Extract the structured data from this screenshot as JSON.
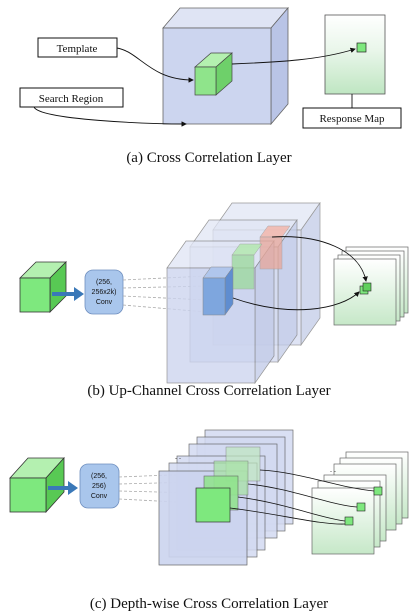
{
  "panel_a": {
    "template_label": "Template",
    "search_label": "Search Region",
    "response_label": "Response Map",
    "caption": "(a)  Cross Correlation Layer"
  },
  "panel_b": {
    "conv_line1": "(256,",
    "conv_line2": "256x2k)",
    "conv_line3": "Conv",
    "caption": "(b)  Up-Channel Cross Correlation Layer"
  },
  "panel_c": {
    "conv_line1": "(256,",
    "conv_line2": "256)",
    "conv_line3": "Conv",
    "caption": "(c)  Depth-wise Cross Correlation Layer"
  },
  "colors": {
    "green": "#7ee87e",
    "blue_cube": "#c9d3ee",
    "arrow_blue": "#3a78b8",
    "conv_box": "#a9c6ec"
  }
}
